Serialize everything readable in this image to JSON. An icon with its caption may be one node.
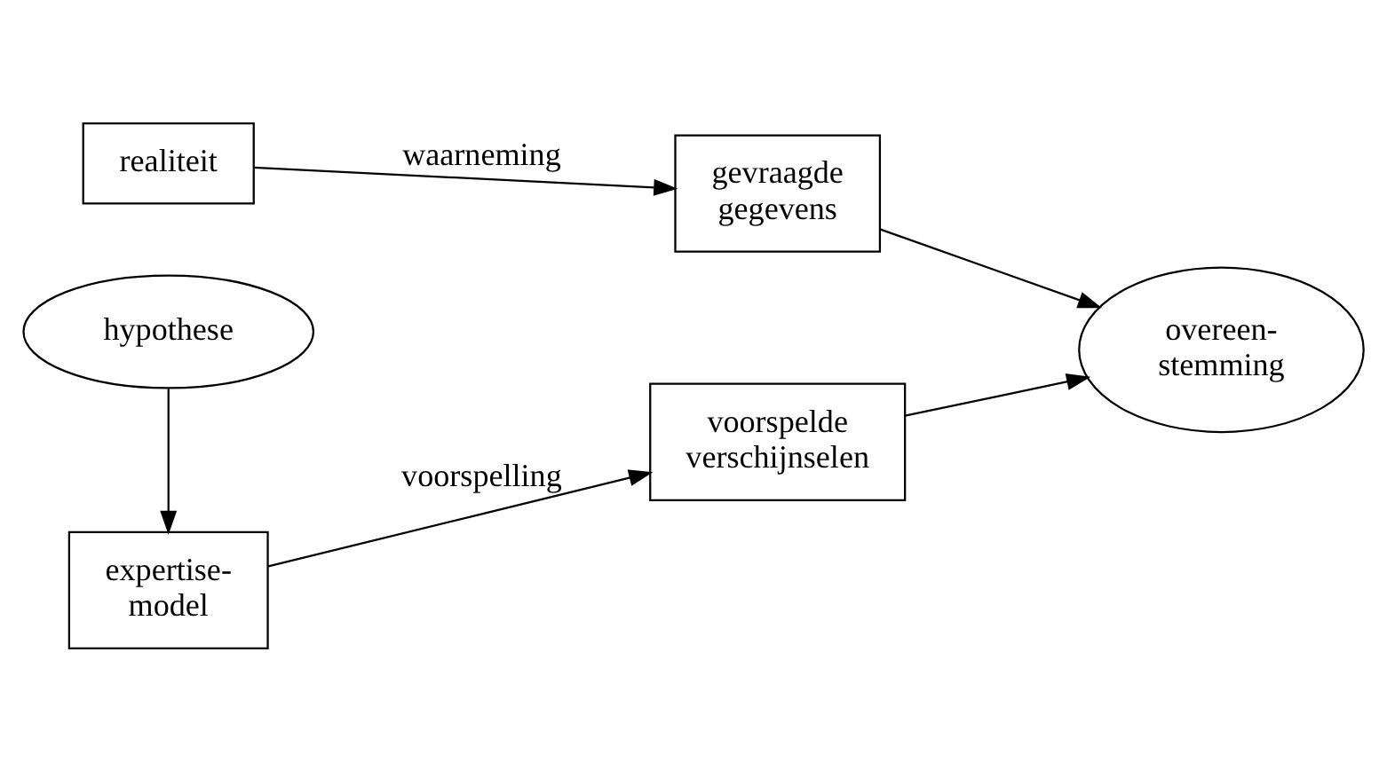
{
  "diagram": {
    "nodes": [
      {
        "text": [
          "realiteit"
        ]
      },
      {
        "text": [
          "gevraagde gegevens"
        ]
      },
      {
        "text": [
          "expertise- model"
        ]
      },
      {
        "text": [
          "voorspelde verschijnselen"
        ]
      },
      {
        "text": [
          "overeen- stemming"
        ]
      },
      {
        "text": [
          "hypothese"
        ]
      }
    ],
    "edges": [
      {
        "from": 0,
        "to": 1,
        "arrow": "to",
        "label": "waarneming"
      },
      {
        "from": 2,
        "to": 3,
        "arrow": "to",
        "label": "voorspelling"
      },
      {
        "from": 1,
        "to": 4,
        "arrow": "to"
      },
      {
        "from": 3,
        "to": 4,
        "arrow": "to"
      },
      {
        "from": 5,
        "to": 2,
        "arrow": "to"
      }
    ]
  }
}
